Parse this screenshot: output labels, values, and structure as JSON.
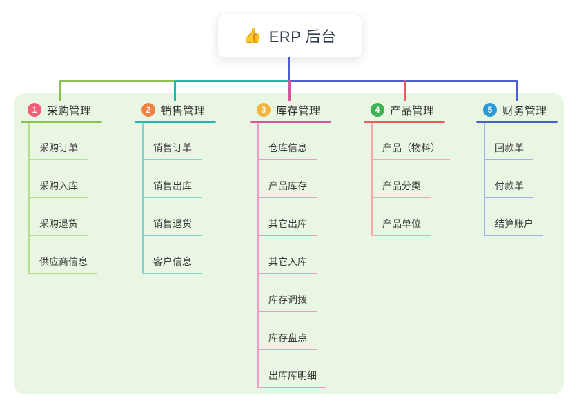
{
  "root": {
    "emoji": "👍",
    "emoji_name": "thumbs-up-emoji",
    "label": "ERP 后台"
  },
  "colors": {
    "panel_bg": "#e9f6e3",
    "stem_blue": "#4a5fd0"
  },
  "branches": [
    {
      "num": "1",
      "label": "采购管理",
      "badge_color": "#f45b74",
      "line_color": "#8cc152",
      "child_line_color": "#b8dc90",
      "children": [
        "采购订单",
        "采购入库",
        "采购退货",
        "供应商信息"
      ]
    },
    {
      "num": "2",
      "label": "销售管理",
      "badge_color": "#f08344",
      "line_color": "#1cb9ac",
      "child_line_color": "#7fd4cb",
      "children": [
        "销售订单",
        "销售出库",
        "销售退货",
        "客户信息"
      ]
    },
    {
      "num": "3",
      "label": "库存管理",
      "badge_color": "#f4b53e",
      "line_color": "#d9559b",
      "child_line_color": "#ef9ac6",
      "children": [
        "仓库信息",
        "产品库存",
        "其它出库",
        "其它入库",
        "库存调拨",
        "库存盘点",
        "出库库明细"
      ]
    },
    {
      "num": "4",
      "label": "产品管理",
      "badge_color": "#3eb354",
      "line_color": "#f2595f",
      "child_line_color": "#f8a7aa",
      "children": [
        "产品（物料）",
        "产品分类",
        "产品单位"
      ]
    },
    {
      "num": "5",
      "label": "财务管理",
      "badge_color": "#2a9ad6",
      "line_color": "#4a5fd0",
      "child_line_color": "#a3b0e8",
      "children": [
        "回款单",
        "付款单",
        "结算账户"
      ]
    }
  ]
}
